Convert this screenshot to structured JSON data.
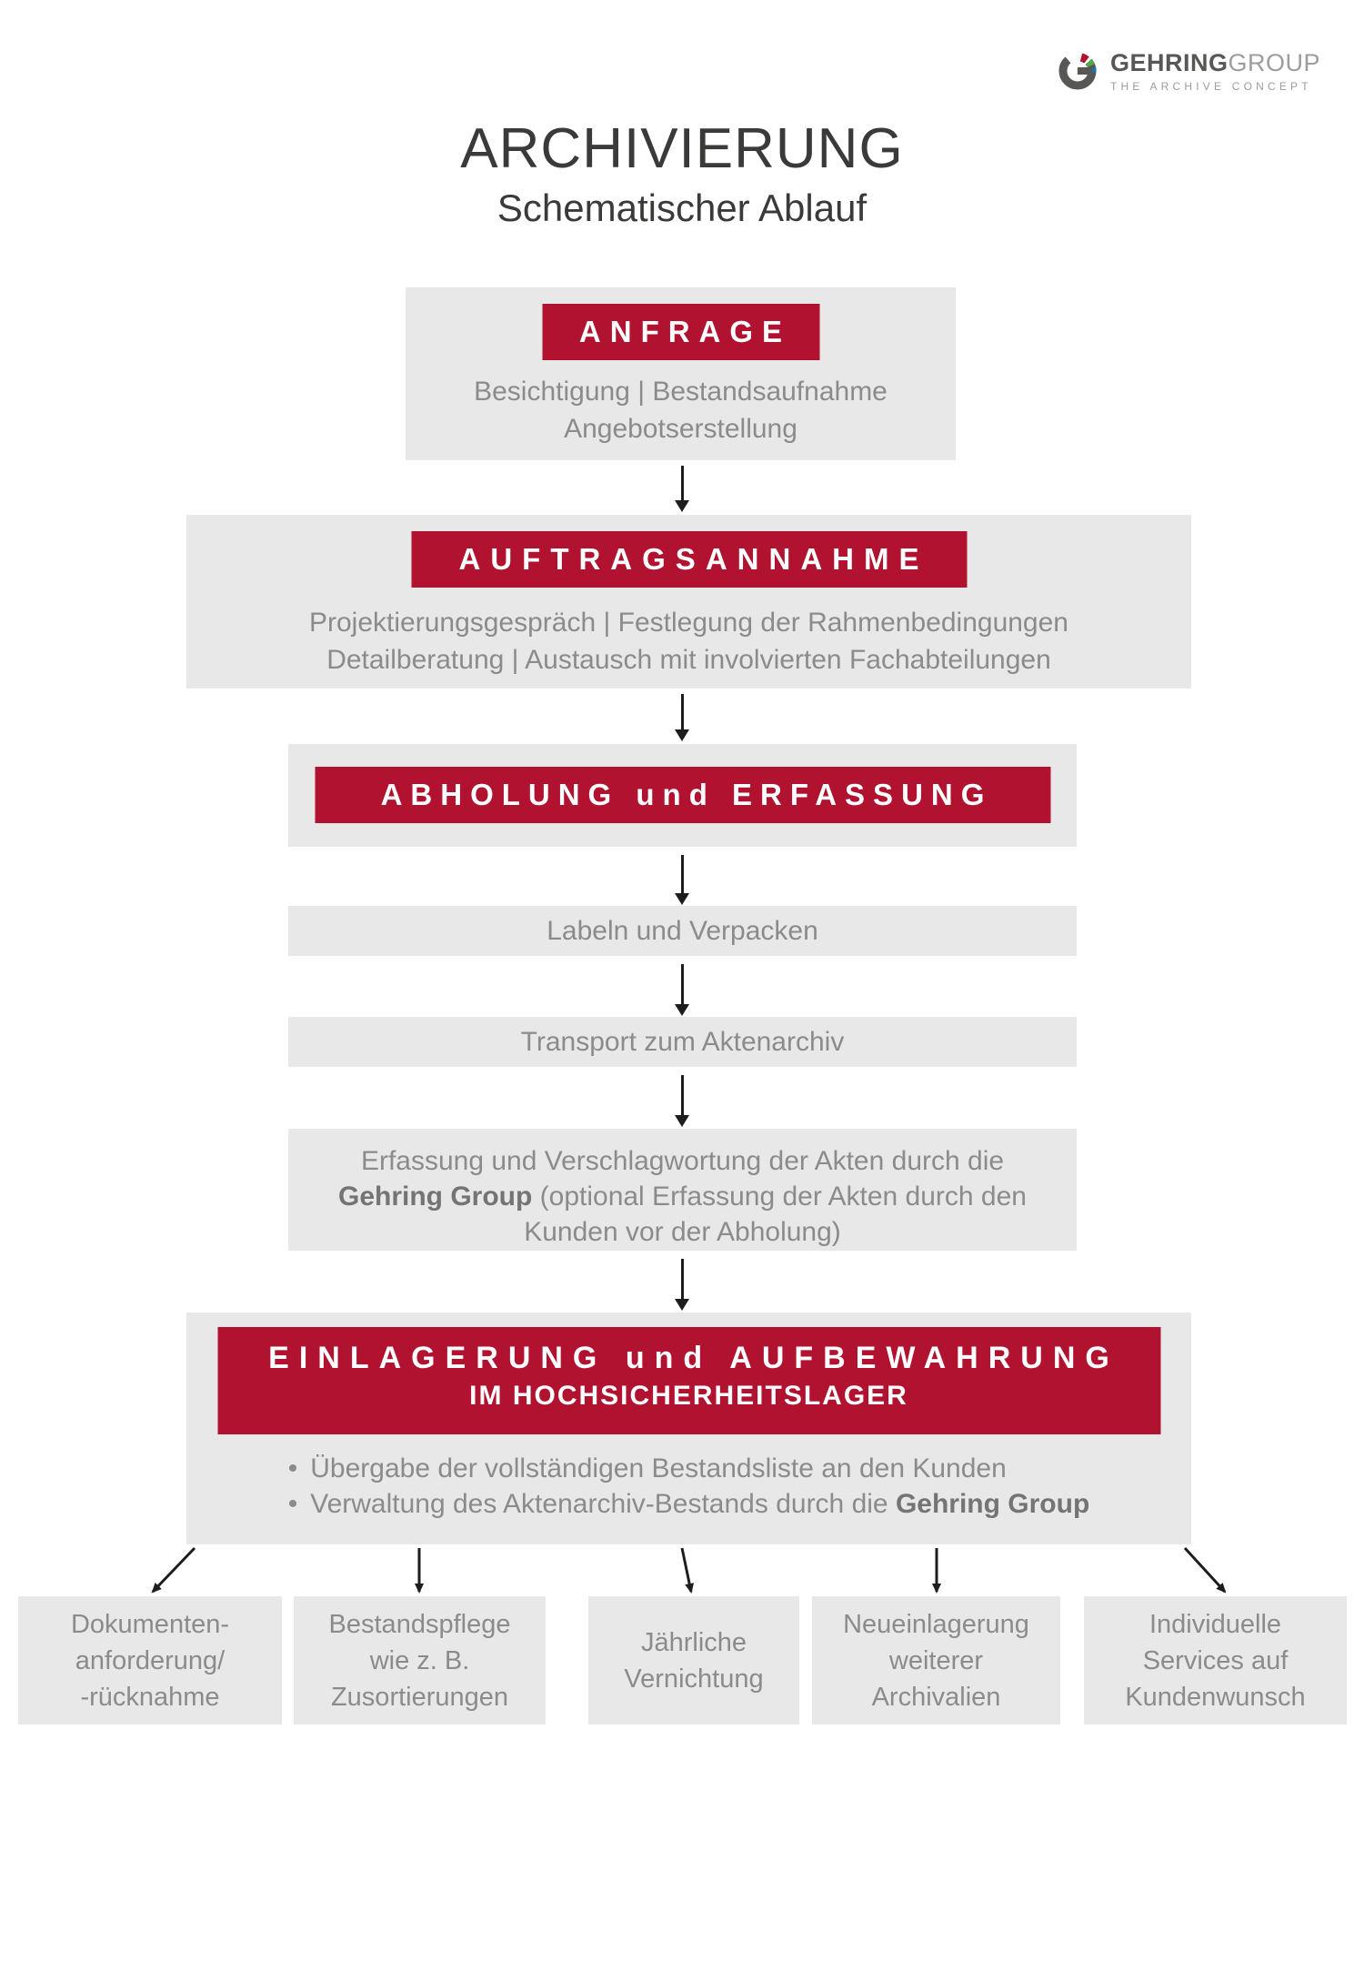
{
  "page": {
    "title": "ARCHIVIERUNG",
    "subtitle": "Schematischer Ablauf"
  },
  "logo": {
    "brand_bold": "GEHRING",
    "brand_light": "GROUP",
    "tagline": "THE ARCHIVE CONCEPT"
  },
  "colors": {
    "accent_red": "#b1122f",
    "box_gray": "#e9e8e8",
    "text_gray": "#8b8b8b",
    "bold_gray": "#747474",
    "dark_text": "#3a3a39",
    "arrow_black": "#1d1d1b",
    "logo_dark": "#575756",
    "logo_light": "#9d9d9c",
    "logo_green": "#50a946",
    "logo_blue": "#1d71b8"
  },
  "flow": {
    "anfrage": {
      "header": "ANFRAGE",
      "lines": [
        "Besichtigung | Bestandsaufnahme",
        "Angebotserstellung"
      ]
    },
    "auftragsannahme": {
      "header": "AUFTRAGSANNAHME",
      "lines": [
        "Projektierungsgespräch | Festlegung der Rahmenbedingungen",
        "Detailberatung | Austausch mit involvierten Fachabteilungen"
      ]
    },
    "abholung": {
      "header": "ABHOLUNG und ERFASSUNG"
    },
    "labeln": {
      "text": "Labeln und Verpacken"
    },
    "transport": {
      "text": "Transport zum Aktenarchiv"
    },
    "erfassung": {
      "line1": "Erfassung und Verschlagwortung der Akten durch die",
      "line2_bold": "Gehring Group",
      "line2_rest": " (optional Erfassung der Akten durch den",
      "line3": "Kunden vor der Abholung)"
    },
    "einlagerung": {
      "header_line1": "EINLAGERUNG und AUFBEWAHRUNG",
      "header_line2": "IM HOCHSICHERHEITSLAGER",
      "bullet1": "Übergabe der vollständigen Bestandsliste an den Kunden",
      "bullet2_pre": "Verwaltung des Aktenarchiv-Bestands durch die ",
      "bullet2_bold": "Gehring Group"
    }
  },
  "outcomes": [
    {
      "lines": [
        "Dokumenten-",
        "anforderung/",
        "-rücknahme"
      ]
    },
    {
      "lines": [
        "Bestandspflege",
        "wie z. B.",
        "Zusortierungen"
      ]
    },
    {
      "lines": [
        "Jährliche",
        "Vernichtung"
      ]
    },
    {
      "lines": [
        "Neueinlagerung",
        "weiterer",
        "Archivalien"
      ]
    },
    {
      "lines": [
        "Individuelle",
        "Services auf",
        "Kundenwunsch"
      ]
    }
  ]
}
